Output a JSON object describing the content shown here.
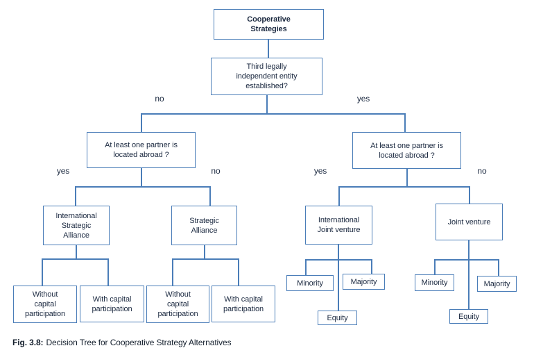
{
  "figure": {
    "caption_prefix": "Fig. 3.8:",
    "caption_text": "Decision Tree for Cooperative Strategy Alternatives"
  },
  "colors": {
    "box_border": "#4a7db8",
    "connector_line": "#4a7db8",
    "text": "#1b2940",
    "background": "#ffffff"
  },
  "chart_type": "decision-tree",
  "nodes": {
    "root": {
      "label": "Cooperative\nStrategies"
    },
    "entity_question": {
      "label": "Third legally\nindependent entity\nestablished?"
    },
    "left_question": {
      "label": "At least one partner is\nlocated abroad ?"
    },
    "right_question": {
      "label": "At least one partner is\nlocated abroad ?"
    },
    "intl_strategic_alliance": {
      "label": "International\nStrategic\nAlliance"
    },
    "strategic_alliance": {
      "label": "Strategic\nAlliance"
    },
    "intl_joint_venture": {
      "label": "International\nJoint venture"
    },
    "joint_venture": {
      "label": "Joint venture"
    },
    "without_capital_1": {
      "label": "Without\ncapital\nparticipation"
    },
    "with_capital_1": {
      "label": "With capital\nparticipation"
    },
    "without_capital_2": {
      "label": "Without\ncapital\nparticipation"
    },
    "with_capital_2": {
      "label": "With capital\nparticipation"
    },
    "minority_1": {
      "label": "Minority"
    },
    "majority_1": {
      "label": "Majority"
    },
    "equity_1": {
      "label": "Equity"
    },
    "minority_2": {
      "label": "Minority"
    },
    "majority_2": {
      "label": "Majority"
    },
    "equity_2": {
      "label": "Equity"
    }
  },
  "edge_labels": {
    "entity_no": "no",
    "entity_yes": "yes",
    "left_yes": "yes",
    "left_no": "no",
    "right_yes": "yes",
    "right_no": "no"
  }
}
